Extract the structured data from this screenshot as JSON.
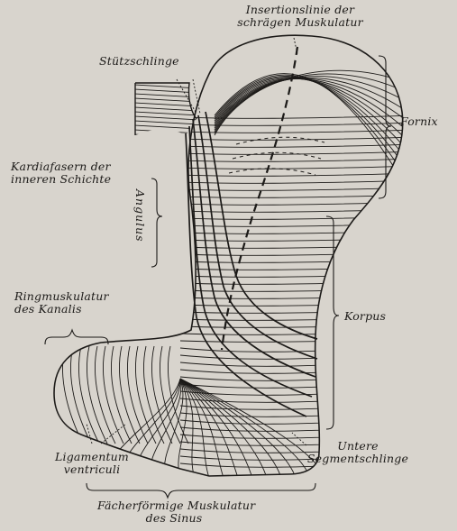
{
  "labels": {
    "insertion_line_1": "Insertionslinie der",
    "insertion_line_2": "schrägen Muskulatur",
    "stuetzschlinge": "Stützschlinge",
    "fornix": "Fornix",
    "kardia_1": "Kardiafasern der",
    "kardia_2": "inneren Schichte",
    "angulus": "Angulus",
    "ring_1": "Ringmuskulatur",
    "ring_2": "des Kanalis",
    "korpus": "Korpus",
    "untere_1": "Untere",
    "untere_2": "Segmentschlinge",
    "ligamentum_1": "Ligamentum",
    "ligamentum_2": "ventriculi",
    "faecher_1": "Fächerförmige Muskulatur",
    "faecher_2": "des Sinus"
  },
  "colors": {
    "ink": "#1c1a18",
    "paper": "#d8d4cd"
  }
}
